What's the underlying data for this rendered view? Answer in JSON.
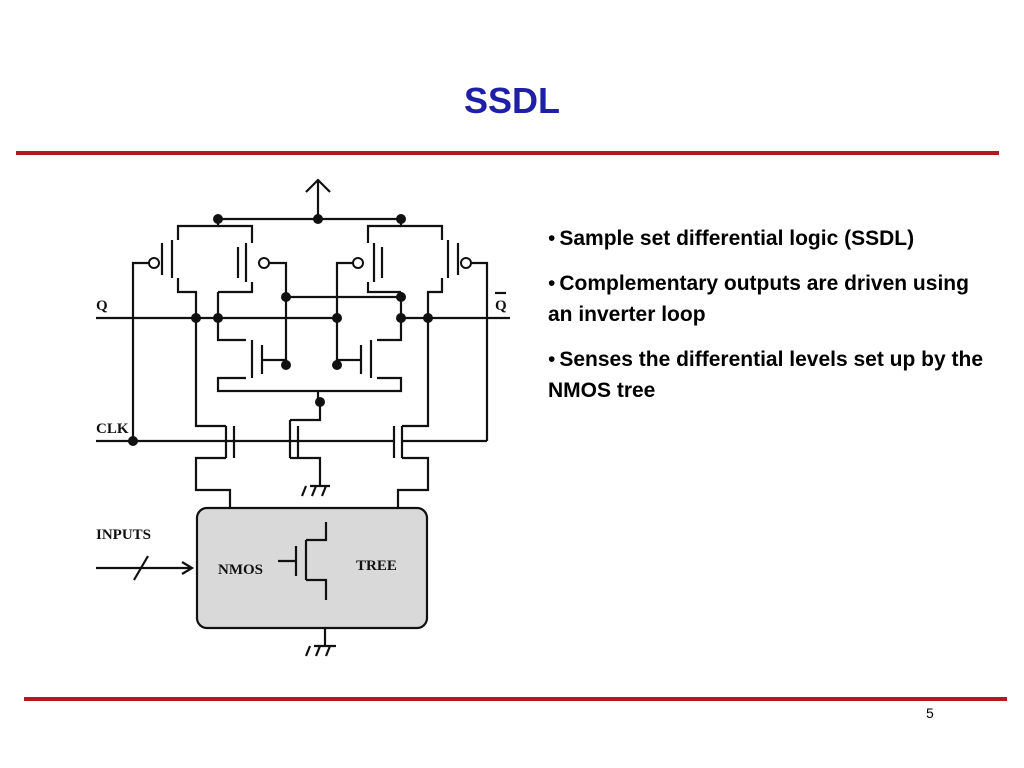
{
  "slide": {
    "title": "SSDL",
    "page_number": "5"
  },
  "bullets": [
    "Sample set differential logic (SSDL)",
    "Complementary outputs are driven using an inverter loop",
    "Senses the differential levels set up by the NMOS tree"
  ],
  "circuit": {
    "labels": {
      "q": "Q",
      "q_bar": "Q",
      "clk": "CLK",
      "inputs": "INPUTS",
      "nmos": "NMOS",
      "tree": "TREE"
    }
  },
  "colors": {
    "title": "#1f1fa8",
    "rule": "#b31b1b",
    "tree_fill": "#d9d9d9"
  }
}
